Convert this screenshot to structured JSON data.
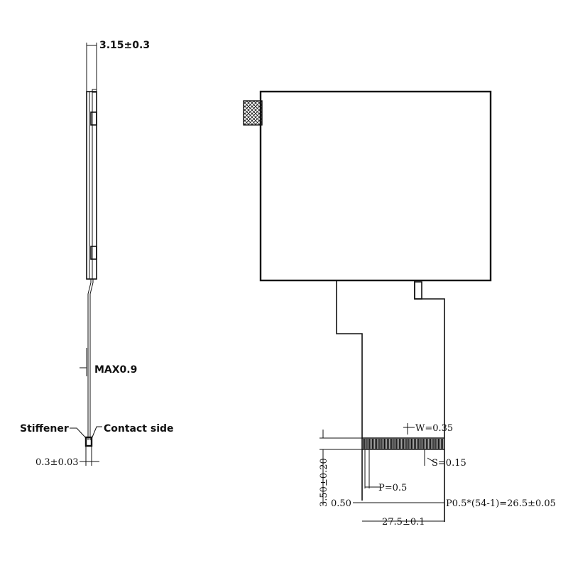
{
  "side_view": {
    "thickness": "3.15±0.3",
    "fpc_max": "MAX0.9",
    "stiffener": "Stiffener",
    "contact_side": "Contact side",
    "stiffener_thickness": "0.3±0.03"
  },
  "connector": {
    "pin_width": "W=0.35",
    "spacing": "S=0.15",
    "pitch": "P=0.5",
    "length": "3.50±0.20",
    "edge_offset": "0.50",
    "pitch_total": "P0.5*(54-1)=26.5±0.05",
    "width": "27.5±0.1",
    "pin_count": 54
  }
}
